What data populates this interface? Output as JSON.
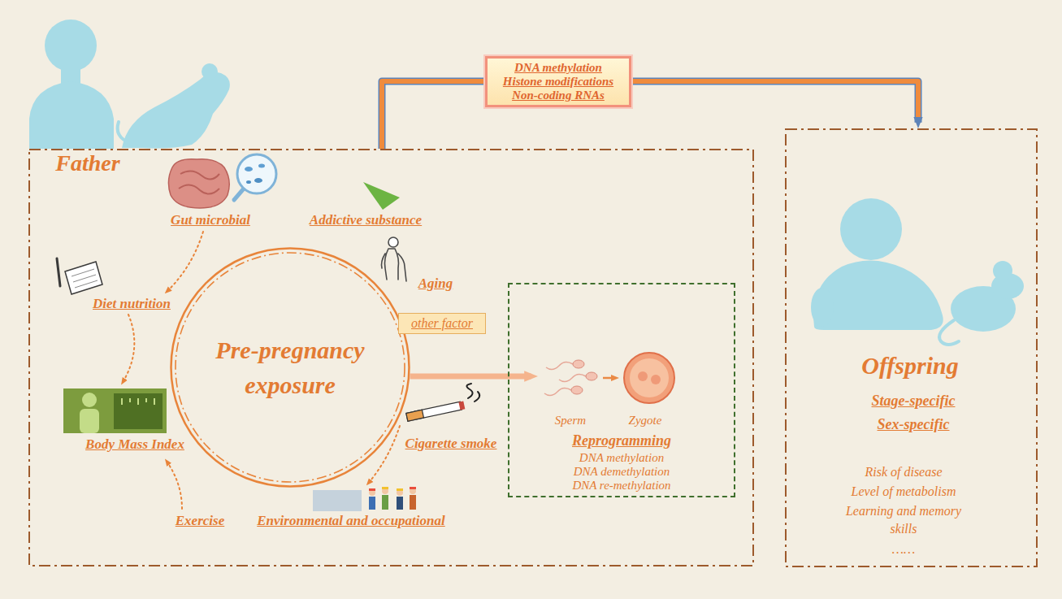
{
  "diagram": {
    "nodes": [
      {
        "text": [
          "DNA methylation",
          "Histone modifications",
          "Non-coding RNAs"
        ]
      },
      {
        "text": [
          "Father"
        ]
      },
      {
        "text": [
          "Pre-pregnancy exposure"
        ],
        "in": 1
      },
      {
        "text": [
          "other factor"
        ],
        "in": 1
      },
      {
        "text": [
          "Reprogramming",
          "DNA methylation",
          "DNA demethylation",
          "DNA re-methylation"
        ],
        "in": 1
      },
      {
        "text": [
          "Sperm"
        ],
        "in": 4
      },
      {
        "text": [
          "Zygote"
        ],
        "in": 4
      },
      {
        "text": [
          "Offspring",
          "Stage-specific",
          "Sex-specific",
          "Risk of disease",
          "Level of metabolism",
          "Learning and memory skills",
          "……"
        ]
      }
    ],
    "edges": [
      {
        "from": 1,
        "to": 0,
        "arrow": "none"
      },
      {
        "from": 0,
        "to": 7,
        "arrow": "to"
      },
      {
        "from": 2,
        "to": 5,
        "arrow": "to"
      },
      {
        "from": 5,
        "to": 6,
        "arrow": "to"
      }
    ],
    "labels": [
      "Gut microbial",
      "Addictive substance",
      "Aging",
      "Diet nutrition",
      "Body Mass Index",
      "Cigarette smoke",
      "Exercise",
      "Environmental and occupational"
    ]
  }
}
